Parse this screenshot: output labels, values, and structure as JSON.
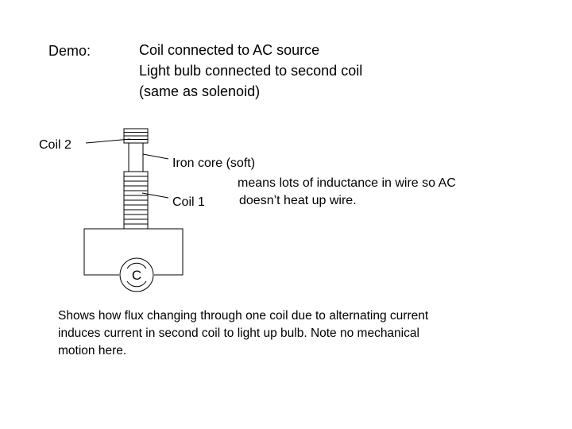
{
  "demo_label": "Demo:",
  "description": {
    "line1": "Coil connected to AC source",
    "line2": "Light bulb connected to second coil",
    "line3": "(same as solenoid)"
  },
  "labels": {
    "coil2": "Coil 2",
    "iron_core": "Iron core (soft)",
    "coil1": "Coil 1",
    "note_line1": "means lots of inductance in wire so AC",
    "note_line2": "doesn’t heat up wire.",
    "source_symbol": "C"
  },
  "conclusion": {
    "line1": "Shows how flux changing through one coil due to alternating current",
    "line2": "induces current in second coil to light up bulb. Note no mechanical",
    "line3": "motion here."
  }
}
